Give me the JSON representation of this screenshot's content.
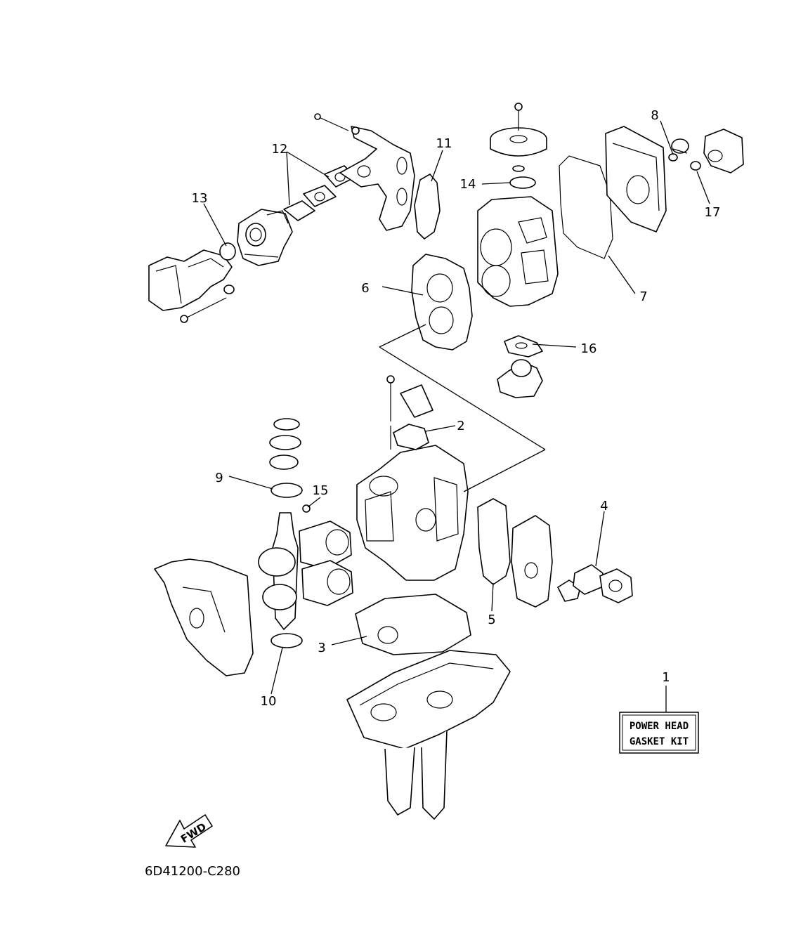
{
  "diagram": {
    "callouts": [
      {
        "num": "1"
      },
      {
        "num": "2"
      },
      {
        "num": "3"
      },
      {
        "num": "4"
      },
      {
        "num": "5"
      },
      {
        "num": "6"
      },
      {
        "num": "7"
      },
      {
        "num": "8"
      },
      {
        "num": "9"
      },
      {
        "num": "10"
      },
      {
        "num": "11"
      },
      {
        "num": "12"
      },
      {
        "num": "13"
      },
      {
        "num": "14"
      },
      {
        "num": "15"
      },
      {
        "num": "16"
      },
      {
        "num": "17"
      }
    ],
    "kit_label": {
      "line1": "POWER HEAD",
      "line2": "GASKET KIT"
    },
    "fwd_label": "FWD",
    "figure_code": "6D41200-C280"
  }
}
